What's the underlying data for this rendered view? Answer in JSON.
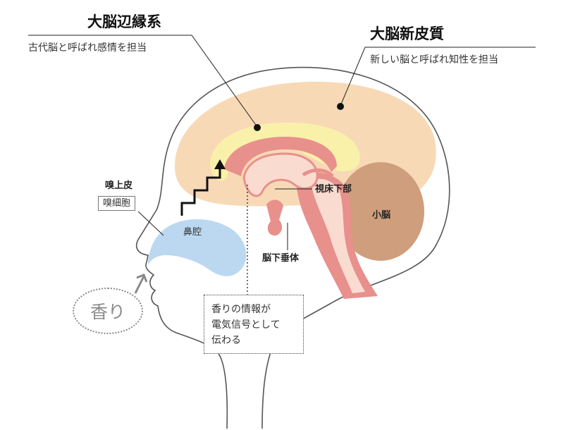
{
  "labels": {
    "limbic_title": "大脳辺縁系",
    "limbic_desc": "古代脳と呼ばれ感情を担当",
    "neocortex_title": "大脳新皮質",
    "neocortex_desc": "新しい脳と呼ばれ知性を担当",
    "olfactory_epithelium": "嗅上皮",
    "olfactory_cell": "嗅細胞",
    "nasal_cavity": "鼻腔",
    "hypothalamus": "視床下部",
    "cerebellum": "小脳",
    "pituitary": "脳下垂体",
    "aroma": "香り"
  },
  "info_box": {
    "lines": [
      "香りの情報が",
      "電気信号として",
      "伝わる"
    ]
  },
  "colors": {
    "neocortex": "#f8d9b6",
    "limbic": "#f9f1a9",
    "brainstem": "#e8908c",
    "brainstem_inner": "#fadbd0",
    "cerebellum": "#cf9e7c",
    "nasal": "#bcd8f0",
    "outline": "#555555"
  }
}
